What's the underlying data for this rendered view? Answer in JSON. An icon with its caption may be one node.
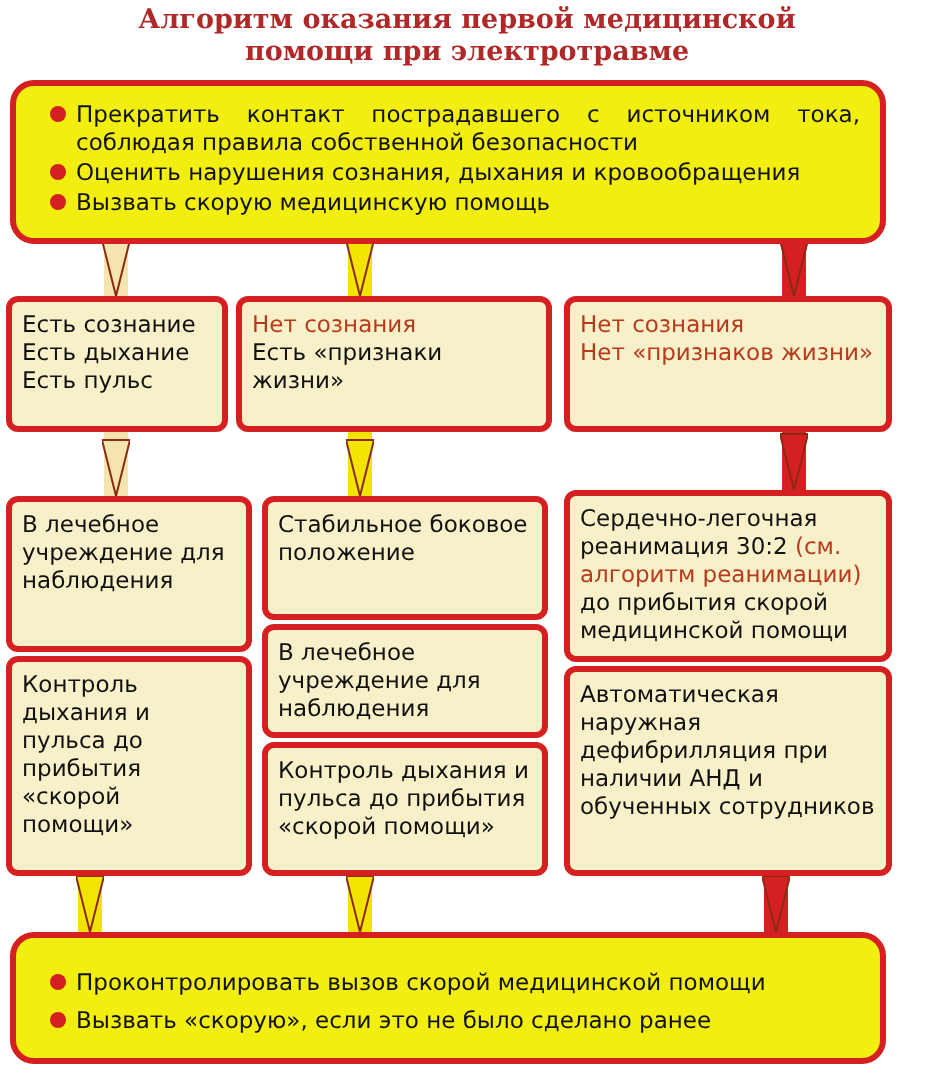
{
  "diagram": {
    "title": "Алгоритм оказания первой медицинской помощи при электротравме",
    "nodes": [
      {
        "text": [
          "Прекратить контакт пострадавшего с источником тока, соблюдая правила собственной безопасности",
          "Оценить нарушения сознания, дыхания и кровообращения",
          "Вызвать скорую медицинскую помощь"
        ]
      },
      {
        "text": [
          "Есть сознание",
          "Есть дыхание",
          "Есть пульс"
        ]
      },
      {
        "text": [
          "Нет сознания",
          "Есть «признаки жизни»"
        ]
      },
      {
        "text": [
          "Нет сознания",
          "Нет «признаков жизни»"
        ]
      },
      {
        "text": [
          "В лечебное учреждение для наблюдения"
        ]
      },
      {
        "text": [
          "Контроль дыхания и пульса до прибытия «скорой помощи»"
        ]
      },
      {
        "text": [
          "Стабильное боковое положение"
        ]
      },
      {
        "text": [
          "В лечебное учреждение для наблюдения"
        ]
      },
      {
        "text": [
          "Контроль дыхания и пульса до прибытия «скорой помощи»"
        ]
      },
      {
        "text": [
          "Сердечно-легочная реанимация 30:2",
          "(см. алгоритм реанимации)",
          "до прибытия скорой медицинской помощи"
        ]
      },
      {
        "text": [
          "Автоматическая наружная дефибрилляция при наличии АНД и обученных сотрудников"
        ]
      },
      {
        "text": [
          "Проконтролировать вызов скорой медицинской помощи",
          "Вызвать «скорую», если это не было сделано ранее"
        ]
      }
    ],
    "edges": [
      {
        "from": 0,
        "to": 1,
        "arrow": "to",
        "color": "#f5e4b0"
      },
      {
        "from": 0,
        "to": 2,
        "arrow": "to"
      },
      {
        "from": 0,
        "to": 3,
        "arrow": "to",
        "color": "#d42020"
      },
      {
        "from": 1,
        "to": 4,
        "arrow": "to",
        "color": "#f5e4b0"
      },
      {
        "from": 2,
        "to": 6,
        "arrow": "to"
      },
      {
        "from": 3,
        "to": 9,
        "arrow": "to",
        "color": "#d42020"
      },
      {
        "from": 5,
        "to": 11,
        "arrow": "to"
      },
      {
        "from": 8,
        "to": 11,
        "arrow": "to"
      },
      {
        "from": 10,
        "to": 11,
        "arrow": "to",
        "color": "#d42020"
      }
    ]
  }
}
